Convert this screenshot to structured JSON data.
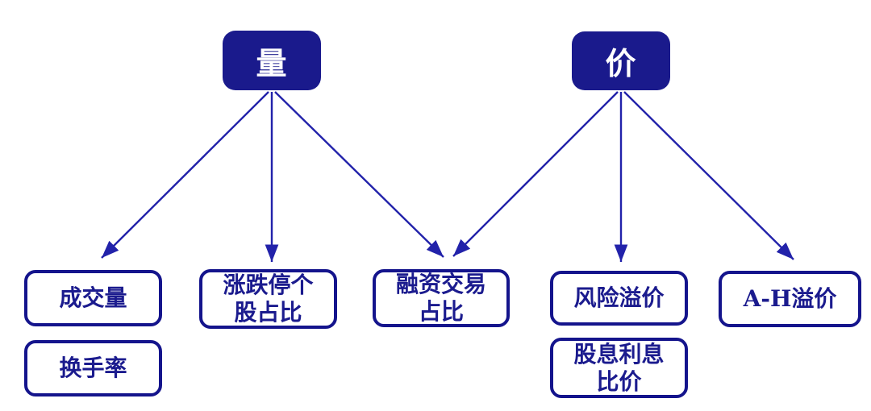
{
  "colors": {
    "root_fill": "#1a1a8c",
    "root_text": "#ffffff",
    "leaf_border": "#14148c",
    "leaf_text": "#1b1b8e",
    "arrow": "#2222aa",
    "background": "#ffffff"
  },
  "roots": {
    "volume": {
      "label": "量"
    },
    "price": {
      "label": "价"
    }
  },
  "leaves": {
    "chengjiaoliang": {
      "lines": [
        "成交量"
      ]
    },
    "huanshoulv": {
      "lines": [
        "换手率"
      ]
    },
    "zhangdieting": {
      "lines": [
        "涨跌停个",
        "股占比"
      ]
    },
    "rongzi": {
      "lines": [
        "融资交易",
        "占比"
      ]
    },
    "fengxian": {
      "lines": [
        "风险溢价"
      ]
    },
    "guxi": {
      "lines": [
        "股息利息",
        "比价"
      ]
    },
    "ah": {
      "lines": [
        "A-H溢价"
      ]
    }
  },
  "edges": [
    {
      "from": "量",
      "to": "成交量"
    },
    {
      "from": "量",
      "to": "涨跌停个股占比"
    },
    {
      "from": "量",
      "to": "融资交易占比"
    },
    {
      "from": "价",
      "to": "融资交易占比"
    },
    {
      "from": "价",
      "to": "风险溢价"
    },
    {
      "from": "价",
      "to": "A-H溢价"
    }
  ]
}
